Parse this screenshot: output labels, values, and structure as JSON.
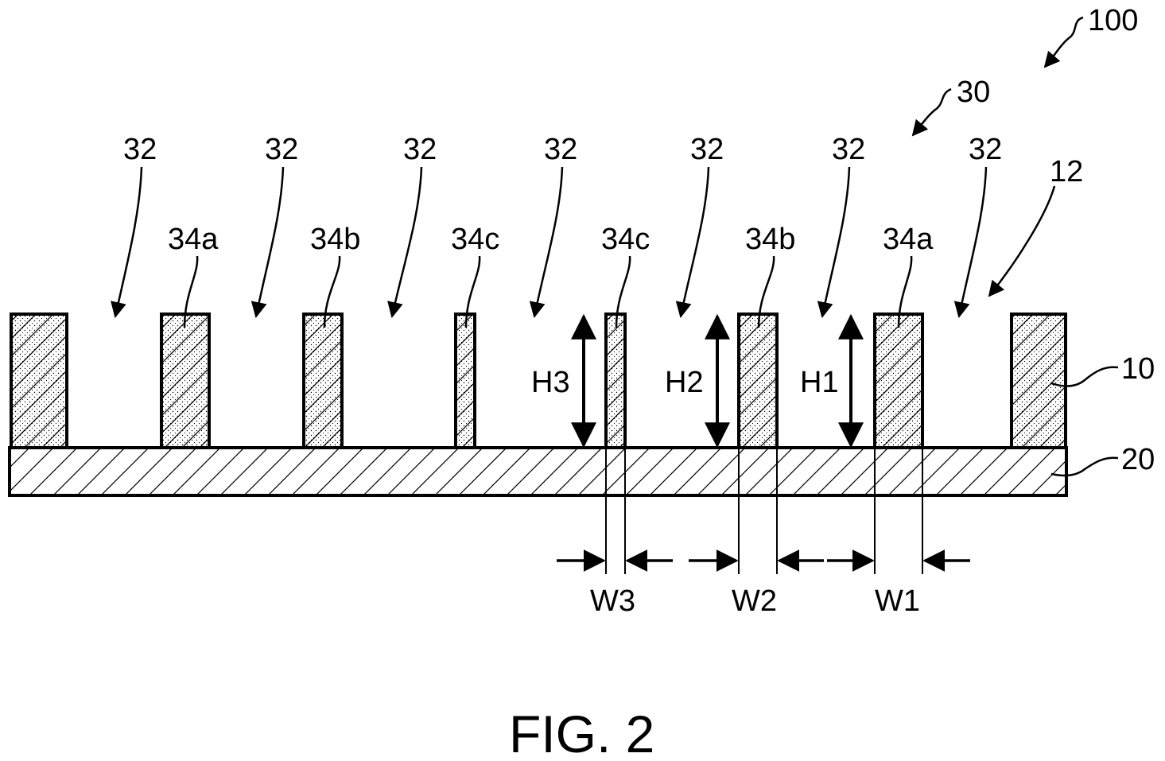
{
  "figure": {
    "caption": "FIG. 2",
    "ref_device": "100",
    "ref_group": "30",
    "ref_surface": "12",
    "ref_layer_upper": "10",
    "ref_layer_lower": "20",
    "recess_label": "32",
    "pillars": [
      "34a",
      "34b",
      "34c",
      "34c",
      "34b",
      "34a"
    ],
    "heights": [
      "H3",
      "H2",
      "H1"
    ],
    "widths": [
      "W3",
      "W2",
      "W1"
    ]
  }
}
